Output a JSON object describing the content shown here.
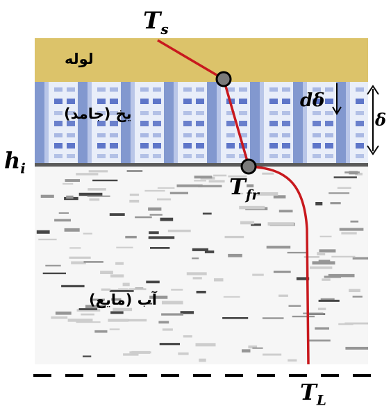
{
  "labels": {
    "pipe": "لوله",
    "ice": "یخ (جامد)",
    "water": "آب (مایع)",
    "ts_base": "T",
    "ts_sub": "s",
    "tfr_base": "T",
    "tfr_sub": "fr",
    "tl_base": "T",
    "tl_sub": "L",
    "hi_base": "h",
    "hi_sub": "i",
    "d_delta": "dδ",
    "delta": "δ"
  },
  "colors": {
    "pipe": "#dcc36a",
    "ice_light": "#e6ecf8",
    "ice_stripe": "#7f96cc",
    "ice_block": "#5d74c9",
    "water_bg": "#f7f7f7",
    "profile": "#c8191e",
    "node_fill": "#7a7a7a",
    "interface": "#5a5a5a"
  }
}
